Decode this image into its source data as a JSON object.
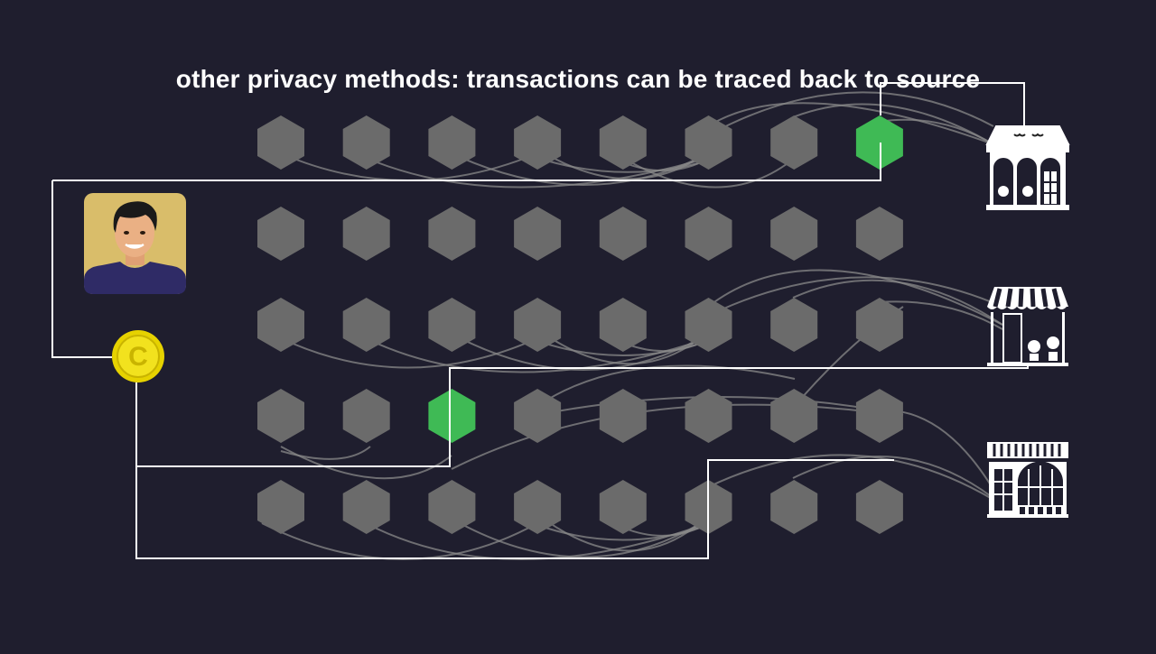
{
  "title": "other privacy methods: transactions can be traced back to source",
  "colors": {
    "background": "#1f1e2e",
    "hex_idle": "#6b6b6b",
    "hex_highlight": "#3fba55",
    "coin": "#e6d200",
    "trace_line": "#ffffff",
    "mesh_line": "#8a8a8a"
  },
  "diagram": {
    "grid_rows": 5,
    "grid_cols": 8,
    "highlighted_nodes": [
      {
        "row": 0,
        "col": 7
      },
      {
        "row": 3,
        "col": 2
      }
    ],
    "icons": {
      "user": "person-avatar",
      "coin": "coin-icon",
      "coin_letter": "C",
      "shops": [
        "cafe-storefront",
        "awning-storefront",
        "boutique-storefront"
      ]
    }
  }
}
